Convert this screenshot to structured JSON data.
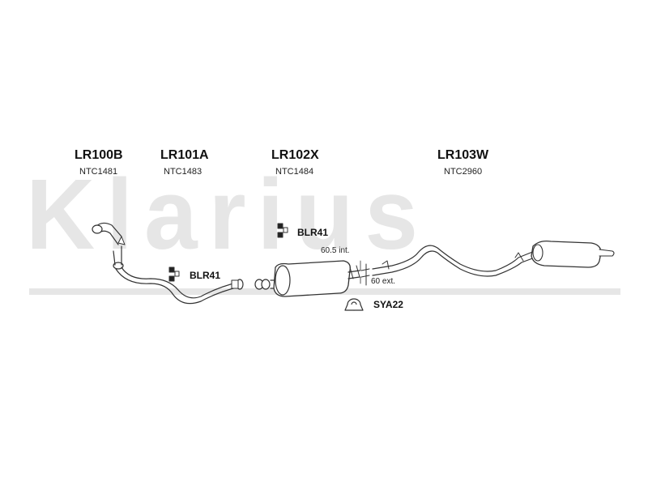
{
  "watermark": {
    "text": "Klarius"
  },
  "parts": [
    {
      "code": "LR100B",
      "ref": "NTC1481"
    },
    {
      "code": "LR101A",
      "ref": "NTC1483"
    },
    {
      "code": "LR102X",
      "ref": "NTC1484"
    },
    {
      "code": "LR103W",
      "ref": "NTC2960"
    }
  ],
  "fittings": {
    "mount_left": "BLR41",
    "mount_mid": "BLR41",
    "clamp": "SYA22"
  },
  "dimensions": {
    "internal": "60.5 int.",
    "external": "60 ext."
  }
}
